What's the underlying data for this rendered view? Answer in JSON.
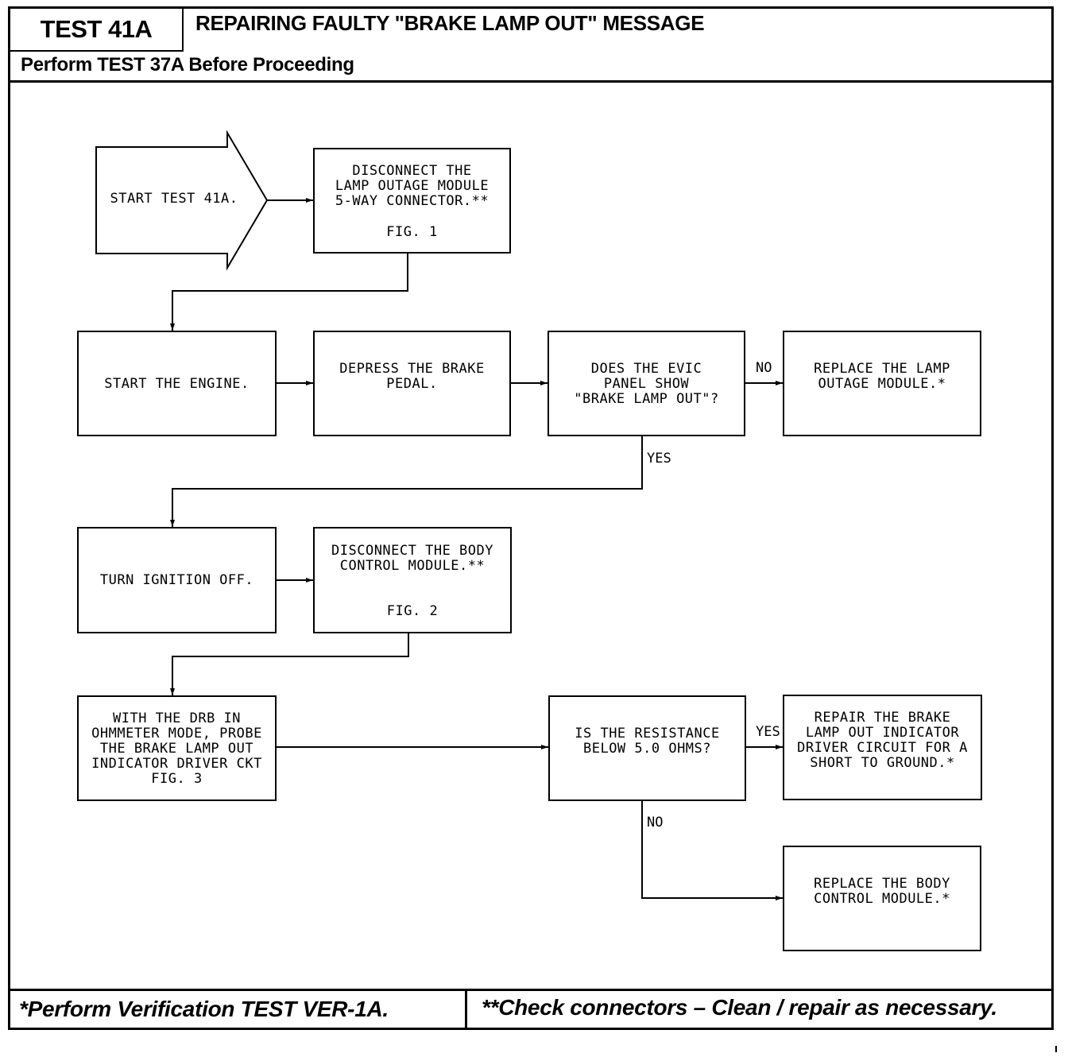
{
  "header": {
    "test_id": "TEST 41A",
    "title": "REPAIRING FAULTY \"BRAKE LAMP OUT\" MESSAGE",
    "subtitle": "Perform TEST 37A Before Proceeding"
  },
  "nodes": {
    "start": "START TEST 41A.",
    "disconnect_lom": "DISCONNECT THE\nLAMP OUTAGE MODULE\n5-WAY CONNECTOR.**",
    "disconnect_lom_fig": "FIG. 1",
    "start_engine": "START THE ENGINE.",
    "depress_brake": "DEPRESS THE BRAKE\nPEDAL.",
    "evic_question": "DOES THE EVIC\nPANEL SHOW\n\"BRAKE LAMP OUT\"?",
    "replace_lom": "REPLACE THE LAMP\nOUTAGE MODULE.*",
    "ignition_off": "TURN IGNITION OFF.",
    "disconnect_bcm": "DISCONNECT THE BODY\nCONTROL MODULE.**",
    "disconnect_bcm_fig": "FIG. 2",
    "probe_ckt": "WITH THE DRB IN\nOHMMETER MODE, PROBE\nTHE BRAKE LAMP OUT\nINDICATOR DRIVER CKT\nFIG. 3",
    "resistance_question": "IS THE RESISTANCE\nBELOW 5.0 OHMS?",
    "repair_short": "REPAIR THE BRAKE\nLAMP OUT INDICATOR\nDRIVER CIRCUIT FOR A\nSHORT TO GROUND.*",
    "replace_bcm": "REPLACE THE BODY\nCONTROL MODULE.*"
  },
  "labels": {
    "evic_no": "NO",
    "evic_yes": "YES",
    "res_yes": "YES",
    "res_no": "NO"
  },
  "footer": {
    "left": "*Perform Verification TEST VER-1A.",
    "right": "**Check connectors – Clean / repair as necessary."
  }
}
